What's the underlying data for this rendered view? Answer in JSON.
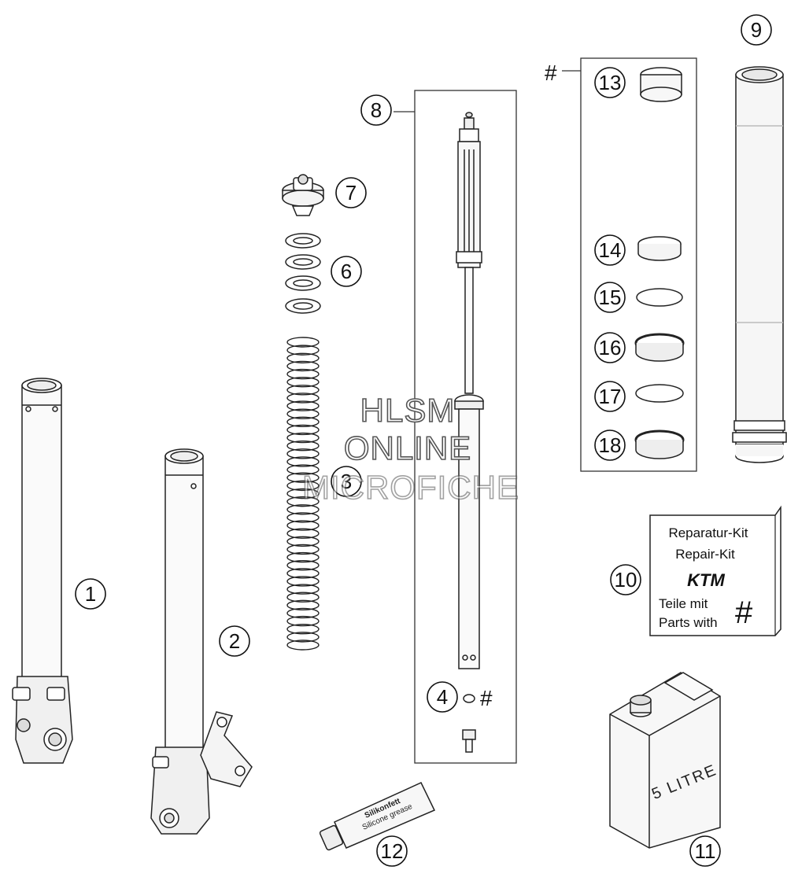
{
  "callouts": [
    "1",
    "2",
    "3",
    "4",
    "6",
    "7",
    "8",
    "9",
    "10",
    "11",
    "12",
    "13",
    "14",
    "15",
    "16",
    "17",
    "18"
  ],
  "hash_marker": "#",
  "repair_kit": {
    "line1": "Reparatur-Kit",
    "line2": "Repair-Kit",
    "brand": "KTM",
    "line3": "Teile mit",
    "line4": "Parts with",
    "hash": "#"
  },
  "oil_can_label": "5 LITRE",
  "grease_tube": {
    "line1": "Silikonfett",
    "line2": "Silicone grease"
  },
  "watermark": {
    "line1": "HLSM",
    "line2": "ONLINE",
    "line3": "MICROFICHE"
  }
}
